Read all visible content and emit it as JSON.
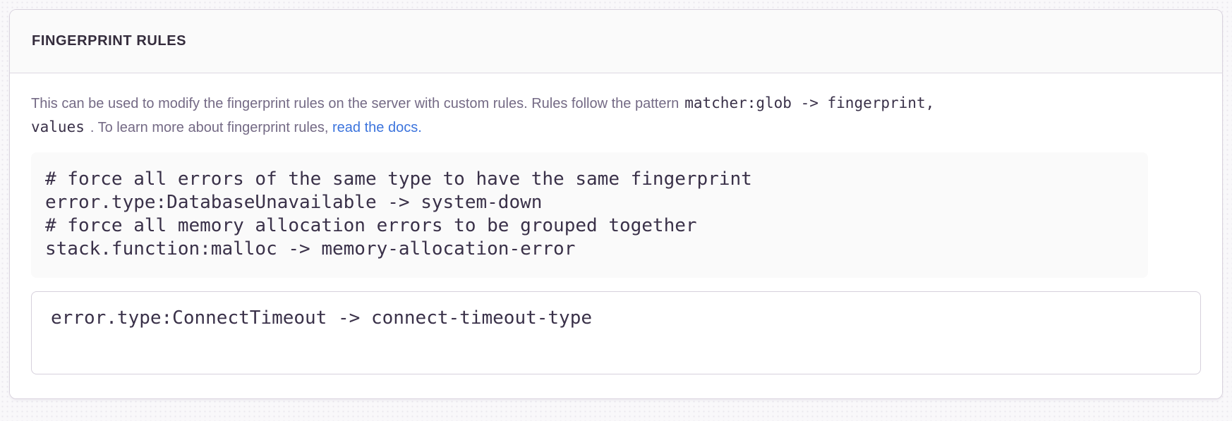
{
  "panel": {
    "title": "FINGERPRINT RULES",
    "description": {
      "text_before": "This can be used to modify the fingerprint rules on the server with custom rules. Rules follow the pattern",
      "pattern_code_line1": "matcher:glob -> fingerprint,",
      "pattern_code_line2": "values",
      "text_middle": ". To learn more about fingerprint rules, ",
      "link_label": "read the docs."
    },
    "example_block": {
      "code": "# force all errors of the same type to have the same fingerprint\nerror.type:DatabaseUnavailable -> system-down\n# force all memory allocation errors to be grouped together\nstack.function:malloc -> memory-allocation-error"
    },
    "rules_input": {
      "value": "error.type:ConnectTimeout -> connect-timeout-type"
    }
  },
  "colors": {
    "link_blue": "#3c74dd",
    "panel_border": "#d9d3de",
    "header_background": "#fafafa",
    "example_background": "#fafafa",
    "description_text": "#746a85",
    "code_text": "#3a3149",
    "title_text": "#342c3c",
    "page_background": "#f9f8fa"
  }
}
